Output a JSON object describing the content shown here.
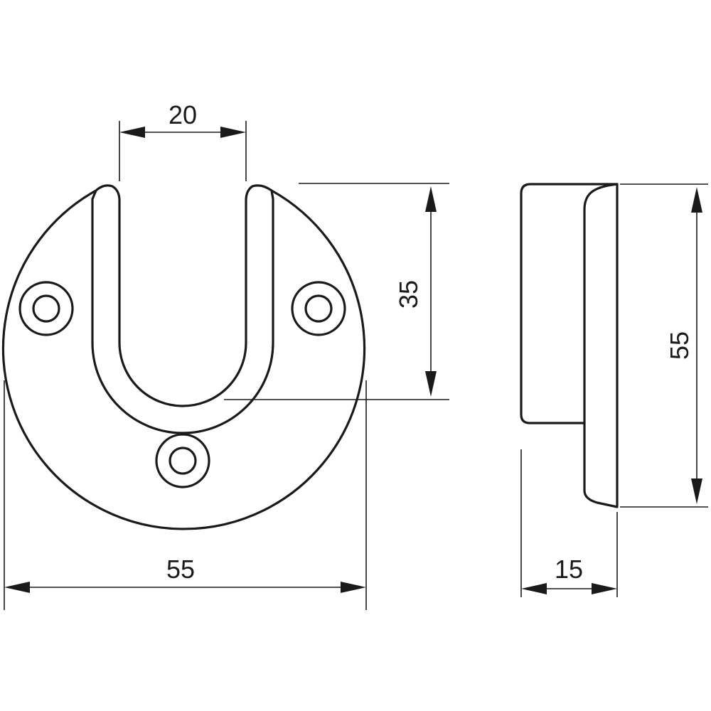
{
  "dimensions": {
    "slot_width": "20",
    "slot_depth": "35",
    "front_diameter": "55",
    "side_height": "55",
    "side_depth": "15"
  },
  "colors": {
    "line": "#1a1a1a",
    "background": "#ffffff"
  }
}
